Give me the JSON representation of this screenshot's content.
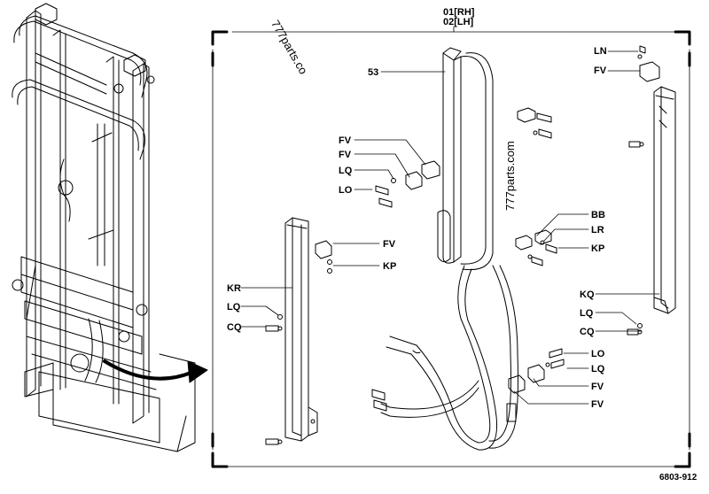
{
  "header": {
    "rh": "01[RH]",
    "lh": "02[LH]"
  },
  "watermark": {
    "top": "777parts.co",
    "middle": "777parts.com"
  },
  "figure_id": "6803-912",
  "callouts": {
    "n53": "53",
    "ln": "LN",
    "fv_tr": "FV",
    "fv_a": "FV",
    "fv_b": "FV",
    "lq_a": "LQ",
    "lo_a": "LO",
    "fv_c": "FV",
    "kp_a": "KP",
    "kr": "KR",
    "lq_b": "LQ",
    "cq_a": "CQ",
    "bb": "BB",
    "lr": "LR",
    "kp_b": "KP",
    "kq": "KQ",
    "lq_c": "LQ",
    "cq_b": "CQ",
    "lo_b": "LO",
    "lq_d": "LQ",
    "fv_d": "FV",
    "fv_e": "FV"
  }
}
